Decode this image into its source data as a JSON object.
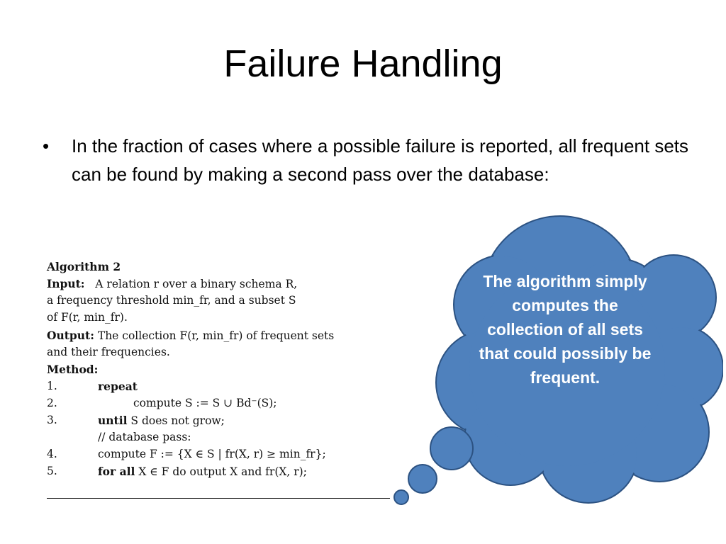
{
  "slide": {
    "title": "Failure Handling",
    "bullet_symbol": "•",
    "bullet_text": "In the fraction of cases where a possible failure is reported, all frequent sets can be found by making a second pass over the database:"
  },
  "algorithm": {
    "heading": "Algorithm 2",
    "input_label": "Input:",
    "input_line1": "A relation r over a binary schema R,",
    "input_line2": "a frequency threshold min_fr, and a subset S",
    "input_line3": "of F(r, min_fr).",
    "output_label": "Output:",
    "output_line1": "The collection F(r, min_fr) of frequent sets",
    "output_line2": "and their frequencies.",
    "method_label": "Method:",
    "steps": [
      {
        "num": "1.",
        "kw": "repeat",
        "text": ""
      },
      {
        "num": "2.",
        "kw": "",
        "text": "compute S := S ∪ Bd⁻(S);"
      },
      {
        "num": "3.",
        "kw": "until",
        "text": " S does not grow;"
      },
      {
        "num": "",
        "kw": "",
        "text": "// database pass:"
      },
      {
        "num": "4.",
        "kw": "",
        "text": "compute F := {X ∈ S | fr(X, r) ≥ min_fr};"
      },
      {
        "num": "5.",
        "kw": "for all",
        "text": " X ∈ F do output X and fr(X, r);"
      }
    ]
  },
  "callout": {
    "text": "The algorithm simply computes the collection of all sets that could possibly be frequent."
  },
  "colors": {
    "cloud_fill": "#4F81BD",
    "cloud_stroke": "#2C5282",
    "cloud_text": "#FFFFFF"
  }
}
